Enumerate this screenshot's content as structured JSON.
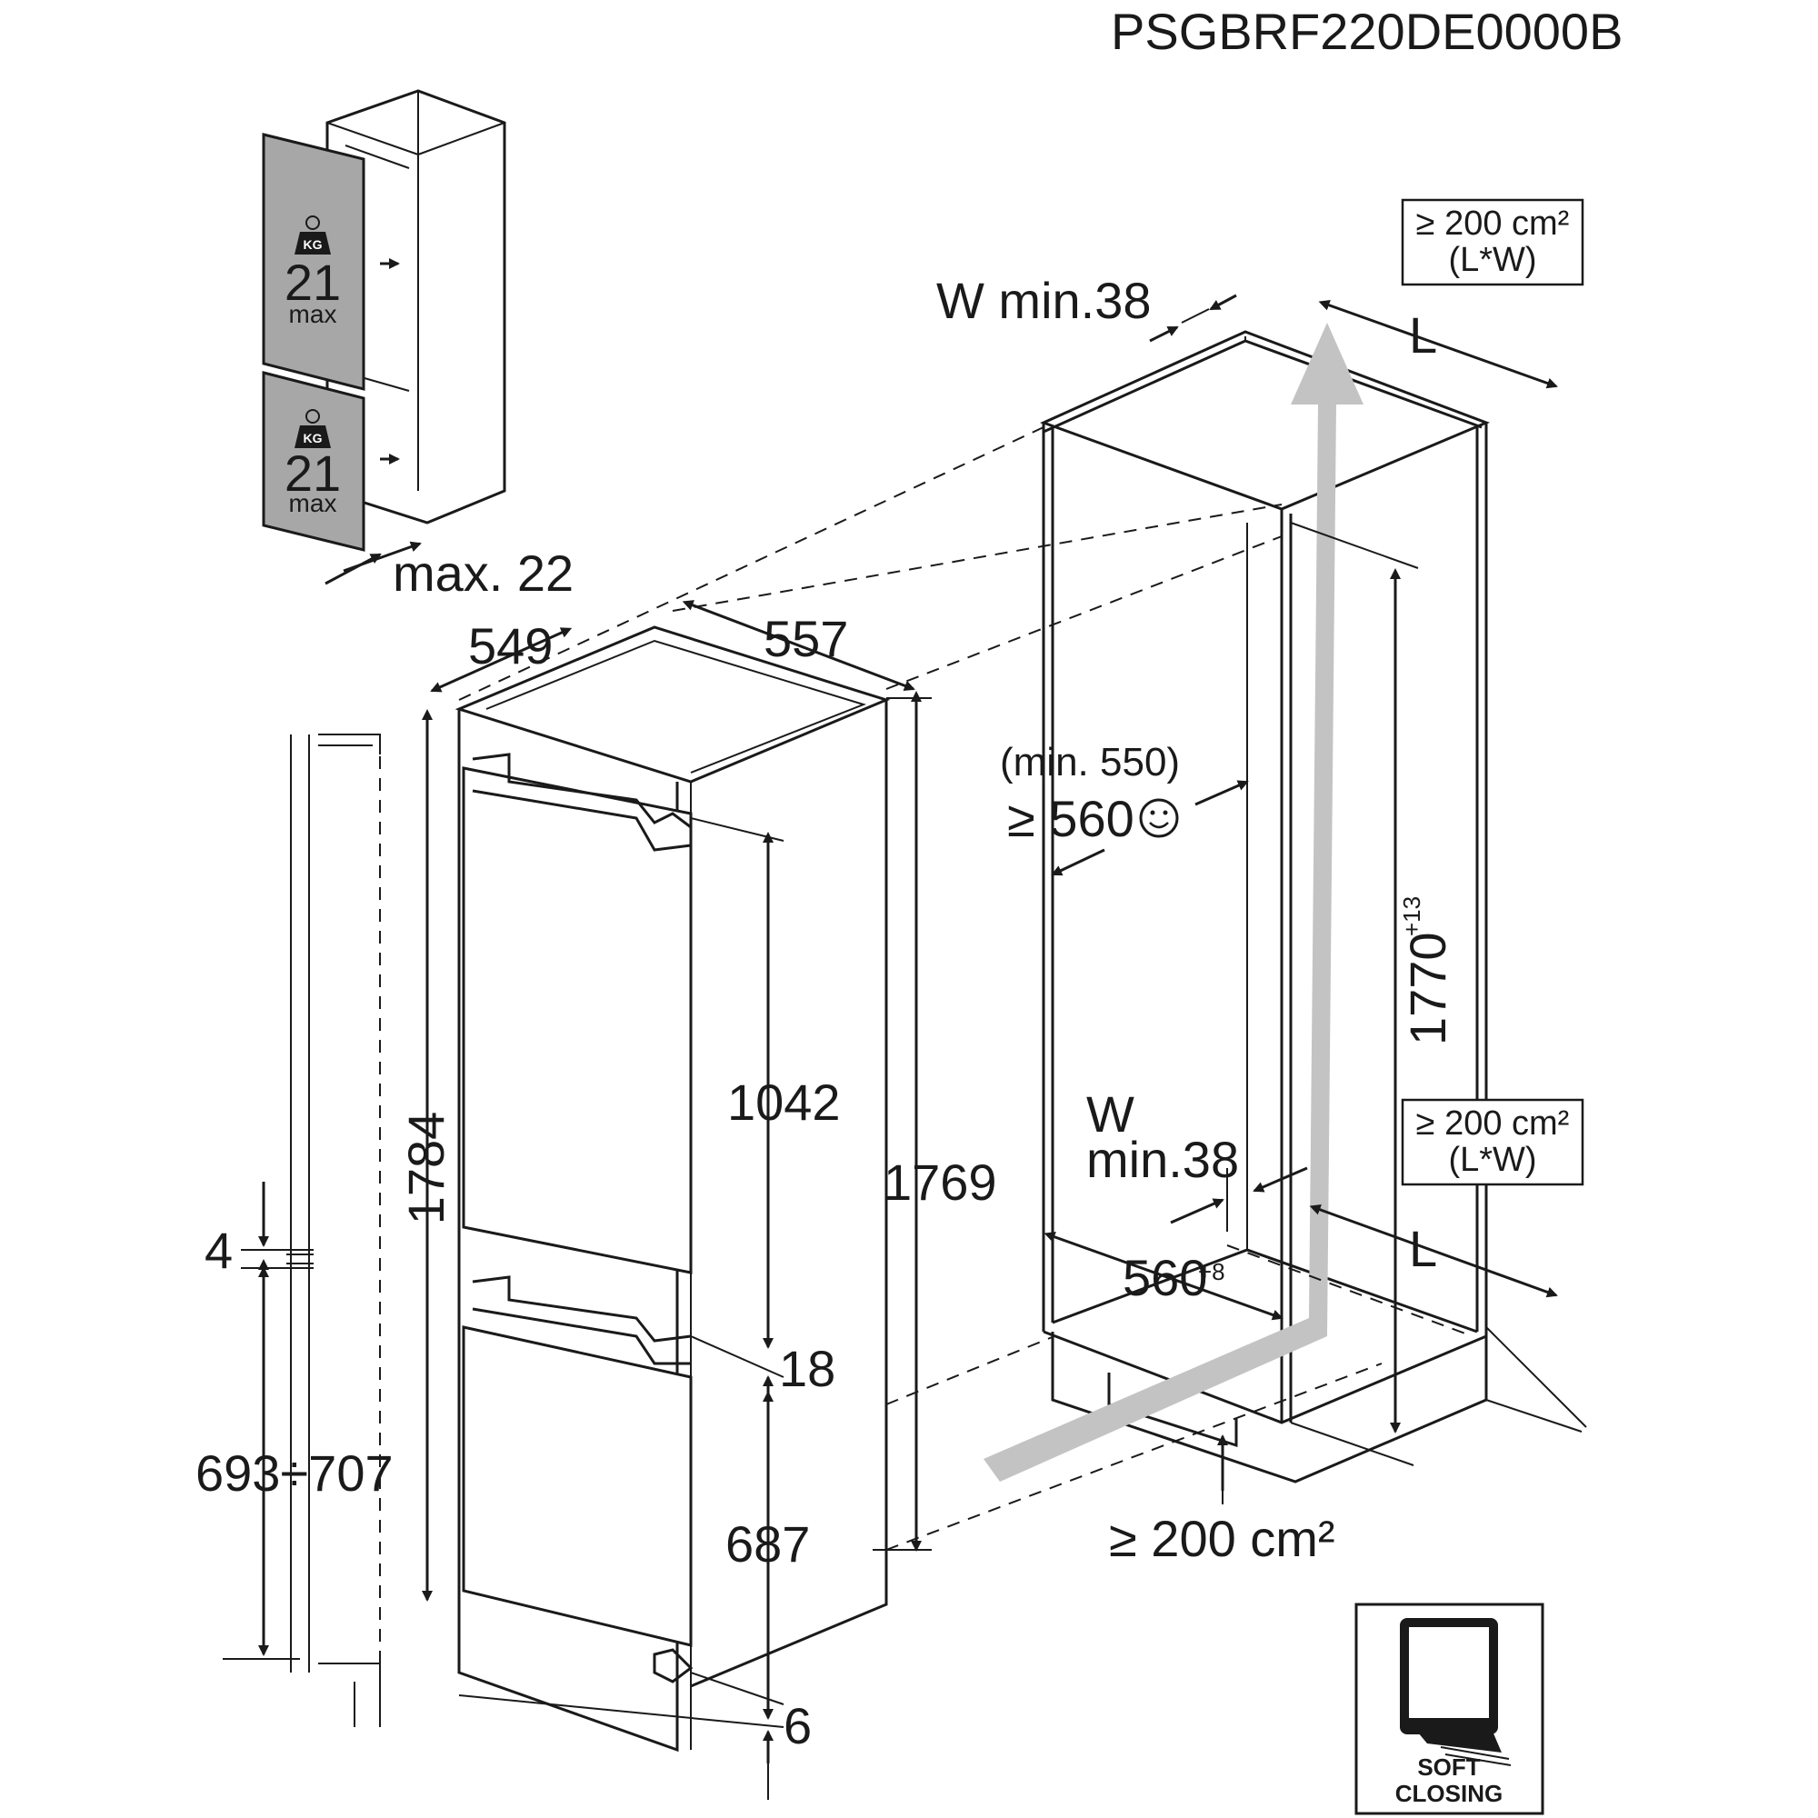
{
  "model_code": "PSGBRF220DE0000B",
  "door_panels": {
    "top_weight": "21",
    "top_unit": "max",
    "top_badge": "KG",
    "bottom_weight": "21",
    "bottom_unit": "max",
    "bottom_badge": "KG",
    "thickness": "max. 22"
  },
  "appliance": {
    "depth": "549",
    "width": "557",
    "height_total": "1784",
    "height_body": "1769",
    "upper_door": "1042",
    "gap_mid": "18",
    "lower_door": "687",
    "gap_bottom": "6",
    "side_gap": "4",
    "lower_door_range": "693÷707"
  },
  "niche": {
    "top_vent_width": "W min.38",
    "top_vent_length": "L",
    "top_vent_area_line1": "≥ 200 cm²",
    "top_vent_area_line2": "(L*W)",
    "depth_min": "(min. 550)",
    "depth_rec": "≥ 560",
    "height": "1770",
    "height_tol": "+13",
    "mid_vent_w": "W",
    "mid_vent_min": "min.38",
    "mid_vent_area_line1": "≥ 200 cm²",
    "mid_vent_area_line2": "(L*W)",
    "mid_vent_length": "L",
    "width": "560",
    "width_tol": "+8",
    "bottom_vent_area": "≥ 200 cm²"
  },
  "soft_closing": {
    "line1": "SOFT",
    "line2": "CLOSING"
  }
}
